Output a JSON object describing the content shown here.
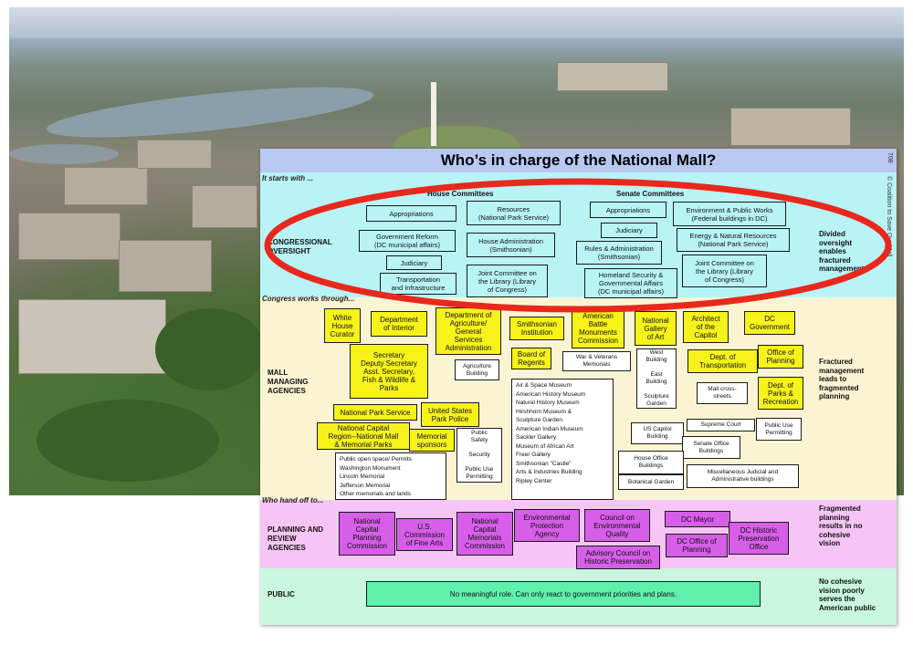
{
  "poster": {
    "title": "Who’s in charge of the National Mall?",
    "code": "708",
    "credit": "© Coalition to Save Our Mall",
    "intro_congress": "It starts with ...",
    "intro_agencies": "Congress works through...",
    "intro_planning": "Who hand off to...",
    "rows": {
      "congressional": "CONGRESSIONAL\nOVERSIGHT",
      "mall": "MALL\nMANAGING\nAGENCIES",
      "planning": "PLANNING AND\nREVIEW\nAGENCIES",
      "public": "PUBLIC"
    },
    "side_notes": {
      "congressional": "Divided\noversight\nenables\nfractured\nmanagement",
      "mall": "Fractured\nmanagement\nleads to\nfragmented\nplanning",
      "planning": "Fragmented\nplanning\nresults in no\ncohesive\nvision",
      "public": "No cohesive\nvision poorly\nserves the\nAmerican public"
    },
    "house": {
      "heading": "House Committees",
      "appropriations": "Appropriations",
      "resources": "Resources\n(National Park Service)",
      "gov_reform": "Government Reform\n(DC municipal affairs)",
      "house_admin": "House Administration\n(Smithsonian)",
      "judiciary": "Judiciary",
      "transportation": "Transportation\nand Infrastructure",
      "joint": "Joint Committee on\nthe Library (Library\nof Congress)"
    },
    "senate": {
      "heading": "Senate Committees",
      "appropriations": "Appropriations",
      "env_works": "Environment & Public Works\n(Federal buildings in DC)",
      "judiciary": "Judiciary",
      "energy": "Energy & Natural Resources\n(National Park Service)",
      "rules": "Rules & Administration\n(Smithsonian)",
      "joint": "Joint Committee on\nthe Library (Library\nof Congress)",
      "homeland": "Homeland Security &\nGovernmental Affairs\n(DC municipal affairs)"
    },
    "agencies": {
      "white_house": "White\nHouse\nCurator",
      "interior": "Department\nof Interior",
      "agriculture": "Department of\nAgriculture/\nGeneral\nServices\nAdministration",
      "smithsonian": "Smithsonian\nInstitution",
      "abmc": "American\nBattle\nMonuments\nCommission",
      "nga": "National\nGallery\nof Art",
      "aoc": "Architect\nof the\nCapitol",
      "dc_gov": "DC\nGovernment",
      "secretary": "Secretary\nDeputy Secretary\nAsst. Secretary,\nFish & Wildlife &\nParks",
      "ag_building": "Agriculture\nBuilding",
      "regents": "Board of\nRegents",
      "war_memorials": "War & Veterans\nMemorials",
      "nga_buildings": "West\nBuilding\n\nEast\nBuilding\n\nSculpture\nGarden",
      "dept_transport": "Dept. of\nTransportation",
      "office_planning": "Office of\nPlanning",
      "mall_streets": "Mall cross-\nstreets",
      "parks_rec": "Dept. of\nParks &\nRecreation",
      "nps": "National Park Service",
      "park_police": "United States\nPark Police",
      "museums": "Air & Space Museum\nAmerican History Museum\nNatural History Museum\nHirshhorn Museum &\nSculpture Garden\nAmerican Indian Museum\nSackler Gallery\nMuseum of African Art\nFreer Gallery\nSmithsonian \"Castle\"\nArts & Industries Building\nRipley Center",
      "supreme_court": "Supreme Court",
      "public_use": "Public Use\nPermitting",
      "capitol_region": "National Capital\nRegion--National Mall\n& Memorial Parks",
      "memorial_sponsors": "Memorial\nsponsors",
      "police_duties": "Public\nSafety\n\nSecurity\n\nPublic Use\nPermitting",
      "us_capitol": "US Capitol\nBuilding",
      "senate_office": "Senate Office\nBuildings",
      "house_office": "House Office\nBuildings",
      "judicial": "Miscellaneous Judicial and\nAdministrative buildings",
      "botanical": "Botanical Garden",
      "nps_list": "Public open space/ Permits\nWashington Monument\nLincoln Memorial\nJefferson Memorial\nOther memorials and lands"
    },
    "planning": {
      "ncpc": "National\nCapital\nPlanning\nCommission",
      "cfa": "U.S.\nCommission\nof Fine Arts",
      "ncmc": "National\nCapital\nMemorials\nCommission",
      "epa": "Environmental\nProtection\nAgency",
      "ceq": "Council on\nEnvironmental\nQuality",
      "achp": "Advisory Council on\nHistoric Preservation",
      "dc_mayor": "DC Mayor",
      "dc_planning": "DC Office of\nPlanning",
      "dc_historic": "DC Historic\nPreservation\nOffice"
    },
    "public_role": "No meaningful role.  Can only react to government priorities and plans."
  },
  "colors": {
    "title_band": "#b9c8f0",
    "congress_band": "#b8f3f6",
    "agency_band": "#fbf4d3",
    "planning_band": "#f6c5f6",
    "public_band": "#c9f6df",
    "agency_box": "#f6f21a",
    "planning_box": "#d65ee8",
    "public_box": "#5ff0ad",
    "highlight": "#e8281c"
  }
}
